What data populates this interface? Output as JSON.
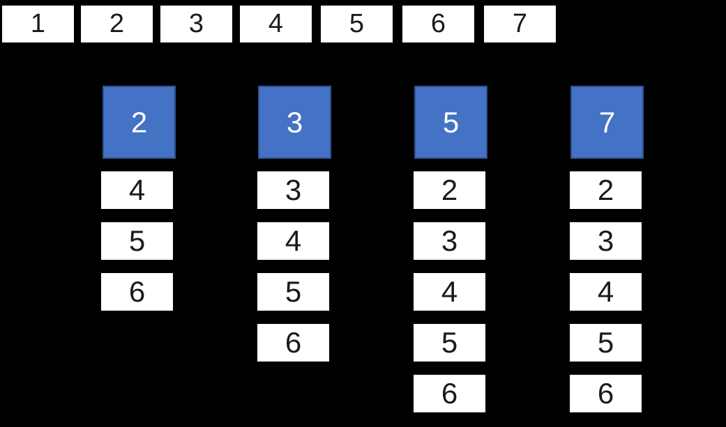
{
  "colors": {
    "background": "#000000",
    "cell_fill": "#ffffff",
    "cell_text": "#1a1a1a",
    "header_fill": "#4472c4",
    "header_border": "#2f528f",
    "header_text": "#ffffff"
  },
  "number_strip": {
    "items": [
      "1",
      "2",
      "3",
      "4",
      "5",
      "6",
      "7"
    ]
  },
  "columns": [
    {
      "header": "2",
      "items": [
        "4",
        "5",
        "6"
      ]
    },
    {
      "header": "3",
      "items": [
        "3",
        "4",
        "5",
        "6"
      ]
    },
    {
      "header": "5",
      "items": [
        "2",
        "3",
        "4",
        "5",
        "6"
      ]
    },
    {
      "header": "7",
      "items": [
        "2",
        "3",
        "4",
        "5",
        "6"
      ]
    }
  ]
}
